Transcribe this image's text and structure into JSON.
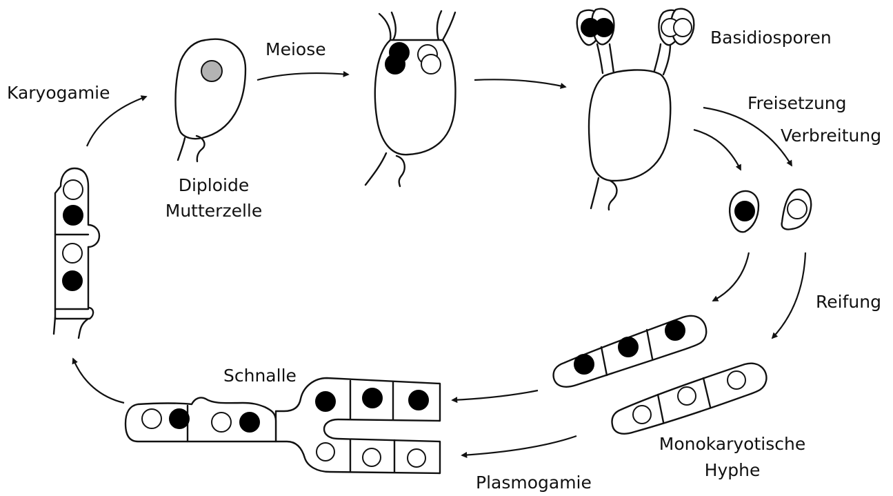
{
  "labels": {
    "karyogamie": "Karyogamie",
    "diploide_line1": "Diploide",
    "diploide_line2": "Mutterzelle",
    "meiose": "Meiose",
    "basidiosporen": "Basidiosporen",
    "freisetzung": "Freisetzung",
    "verbreitung": "Verbreitung",
    "reifung": "Reifung",
    "monokaryotische_line1": "Monokaryotische",
    "monokaryotische_line2": "Hyphe",
    "plasmogamie": "Plasmogamie",
    "schnalle": "Schnalle"
  },
  "colors": {
    "nucleus_dark": "#000000",
    "nucleus_light": "#ffffff",
    "nucleus_diploid": "#b3b3b3",
    "line": "#111111"
  }
}
